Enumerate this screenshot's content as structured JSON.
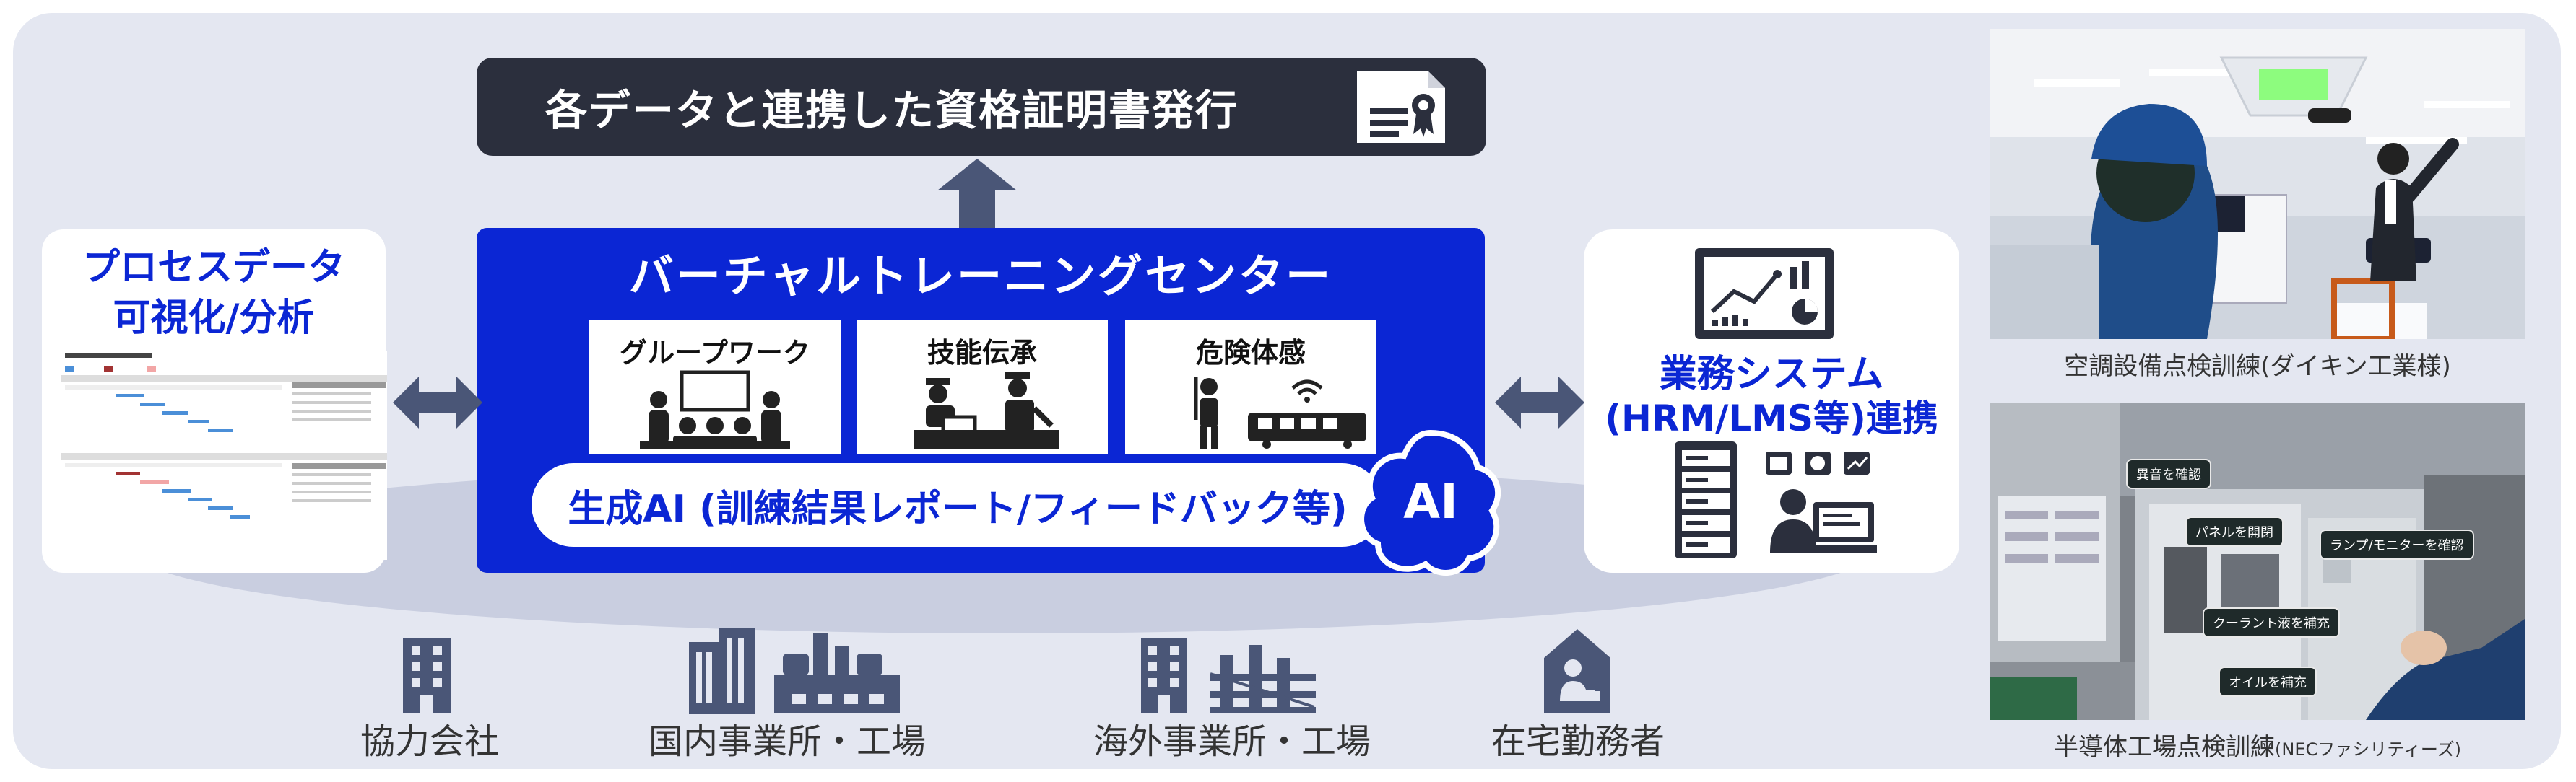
{
  "header": {
    "certificate_label": "各データと連携した資格証明書発行"
  },
  "center": {
    "title": "バーチャルトレーニングセンター",
    "cards": [
      {
        "label": "グループワーク",
        "icon": "group-meeting-icon"
      },
      {
        "label": "技能伝承",
        "icon": "skill-transfer-icon"
      },
      {
        "label": "危険体感",
        "icon": "danger-experience-icon"
      }
    ],
    "generative_ai": "生成AI (訓練結果レポート/フィードバック等)",
    "ai_badge": "AI"
  },
  "left_panel": {
    "title_line1": "プロセスデータ",
    "title_line2": "可視化/分析"
  },
  "right_panel": {
    "title_line1": "業務システム",
    "title_line2": "(HRM/LMS等)連携"
  },
  "locations": [
    {
      "label": "協力会社",
      "icon": "office-building-icon"
    },
    {
      "label": "国内事業所・工場",
      "icon": "domestic-facility-icon"
    },
    {
      "label": "海外事業所・工場",
      "icon": "overseas-facility-icon"
    },
    {
      "label": "在宅勤務者",
      "icon": "home-worker-icon"
    }
  ],
  "photos": [
    {
      "caption": "空調設備点検訓練(ダイキン工業様)"
    },
    {
      "caption_main": "半導体工場点検訓練",
      "caption_sub": "(NECファシリティーズ)",
      "callouts": [
        "異音を確認",
        "パネルを開閉",
        "ランプ/モニターを確認",
        "クーラント液を補充",
        "オイルを補充"
      ]
    }
  ],
  "colors": {
    "brand_blue": "#0b26d4",
    "dark_banner": "#2b2f3d",
    "background": "#e4e7f1",
    "arrow": "#4a5677"
  }
}
